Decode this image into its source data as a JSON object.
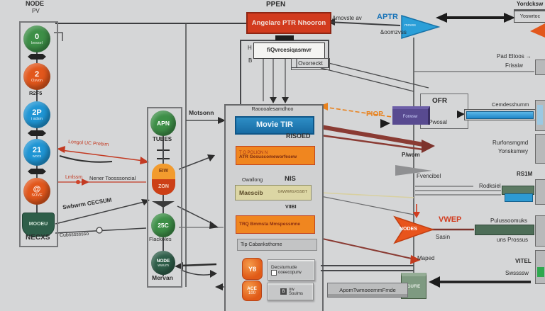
{
  "left_panel": {
    "title": "NODE",
    "subtitle": "PV",
    "footer": "NECXS",
    "mid_label": "R2F5",
    "circles": [
      {
        "label": "0",
        "sub": "bessel"
      },
      {
        "label": "2",
        "sub": "Osvon"
      },
      {
        "label": "2P",
        "sub": "i adsm"
      },
      {
        "label": "21",
        "sub": "wocs"
      },
      {
        "label": "@",
        "sub": "SOVE"
      }
    ],
    "model_box": "MOOEU"
  },
  "mid_panel": {
    "circle1": "APN",
    "label1": "TUBES",
    "pill_top": "EIW",
    "pill_bottom": "ZON",
    "circle2": "25C",
    "label2": "Flackoles",
    "circle3": "NODE",
    "circle3_sub": "wwum",
    "label3": "Mervan"
  },
  "connectors": {
    "red1_label": "Longol UC Prebim",
    "red2_label": "Lmlssm",
    "red2_label2": "Nener Toosssoncial",
    "diag1_label": "Swbwrm CECSUM",
    "diag2_label": "Cubssssssso",
    "motsonn": "Motsonn"
  },
  "top": {
    "title": "PPEN",
    "red_banner": "Angelare PTR Nhooron",
    "white_box": "fiQvrcesiqasmvr",
    "h": "H",
    "b": "B",
    "correct": "Ovorreckt",
    "arrow_line_label": "Amovste av",
    "aptr": "APTR",
    "recursion": "&oomzvss",
    "triangle_text": "movss",
    "corner_title": "Yordcksw",
    "corner_box": "Yoswrtoc"
  },
  "flow": {
    "header_label": "Raoooalesamdhoo",
    "blue_box": "Movie TIR",
    "risoed": "RISOED",
    "orange1_line1": "T O POLION N",
    "orange1_line2": "ATR Gesuscomeworfesew",
    "owallong": "Owallong",
    "nis": "NIS",
    "yellow_left": "Maescib",
    "yellow_right": "GWWMGXSSBT",
    "vital": "VIIBI",
    "orange2": "TRQ Bmmsta Mmspessmne",
    "gray_bar": "Tip Cabanksthome",
    "btn1": "Y8",
    "gray1_line1": "Decstumude",
    "gray1_line2": "ooeecopurw",
    "btn2_line1": "ACE",
    "btn2_line2": "100",
    "gray2_icon": "B",
    "gray2_line1": "ow",
    "gray2_line2": "Soulms"
  },
  "right": {
    "pad_effects": "Pad Eltoos →",
    "frissiw": "Frissiw",
    "ofr": "OFR",
    "purple_box": "Forwsw",
    "a_pwosal": "A Pwosal",
    "considerations": "Cemdesshumm",
    "perf1": "Rurfonsmgmd",
    "perf2": "Yonsksmwy",
    "pior": "PIOP",
    "prwom": "P/wom",
    "fvencibel": "Fvencibel",
    "rsim": "RS1M",
    "rodksiel": "Rodksiel",
    "vwep": "VWEP",
    "sasin": "Sasin",
    "pulses1": "Pulussoomuks",
    "pulses2": "uns Prossus",
    "maped": "Maped",
    "vitel": "VITEL",
    "success": "Swssssw",
    "nodes_arrow": "NODES",
    "green_cube": "GUFIE",
    "bottom_bar": "ApomTwmoeemmFmde"
  },
  "colors": {
    "red_banner": "#d23b1e",
    "blue_header": "#1f7ab4",
    "orange_box": "#f0861f",
    "yellow_box": "#dcd6a4",
    "purple": "#584a90",
    "node_arrow_orange": "#e8541c",
    "maroon": "#8a3b33",
    "bar_blue": "#2d9ad2",
    "bar_green": "#4d6d57"
  }
}
